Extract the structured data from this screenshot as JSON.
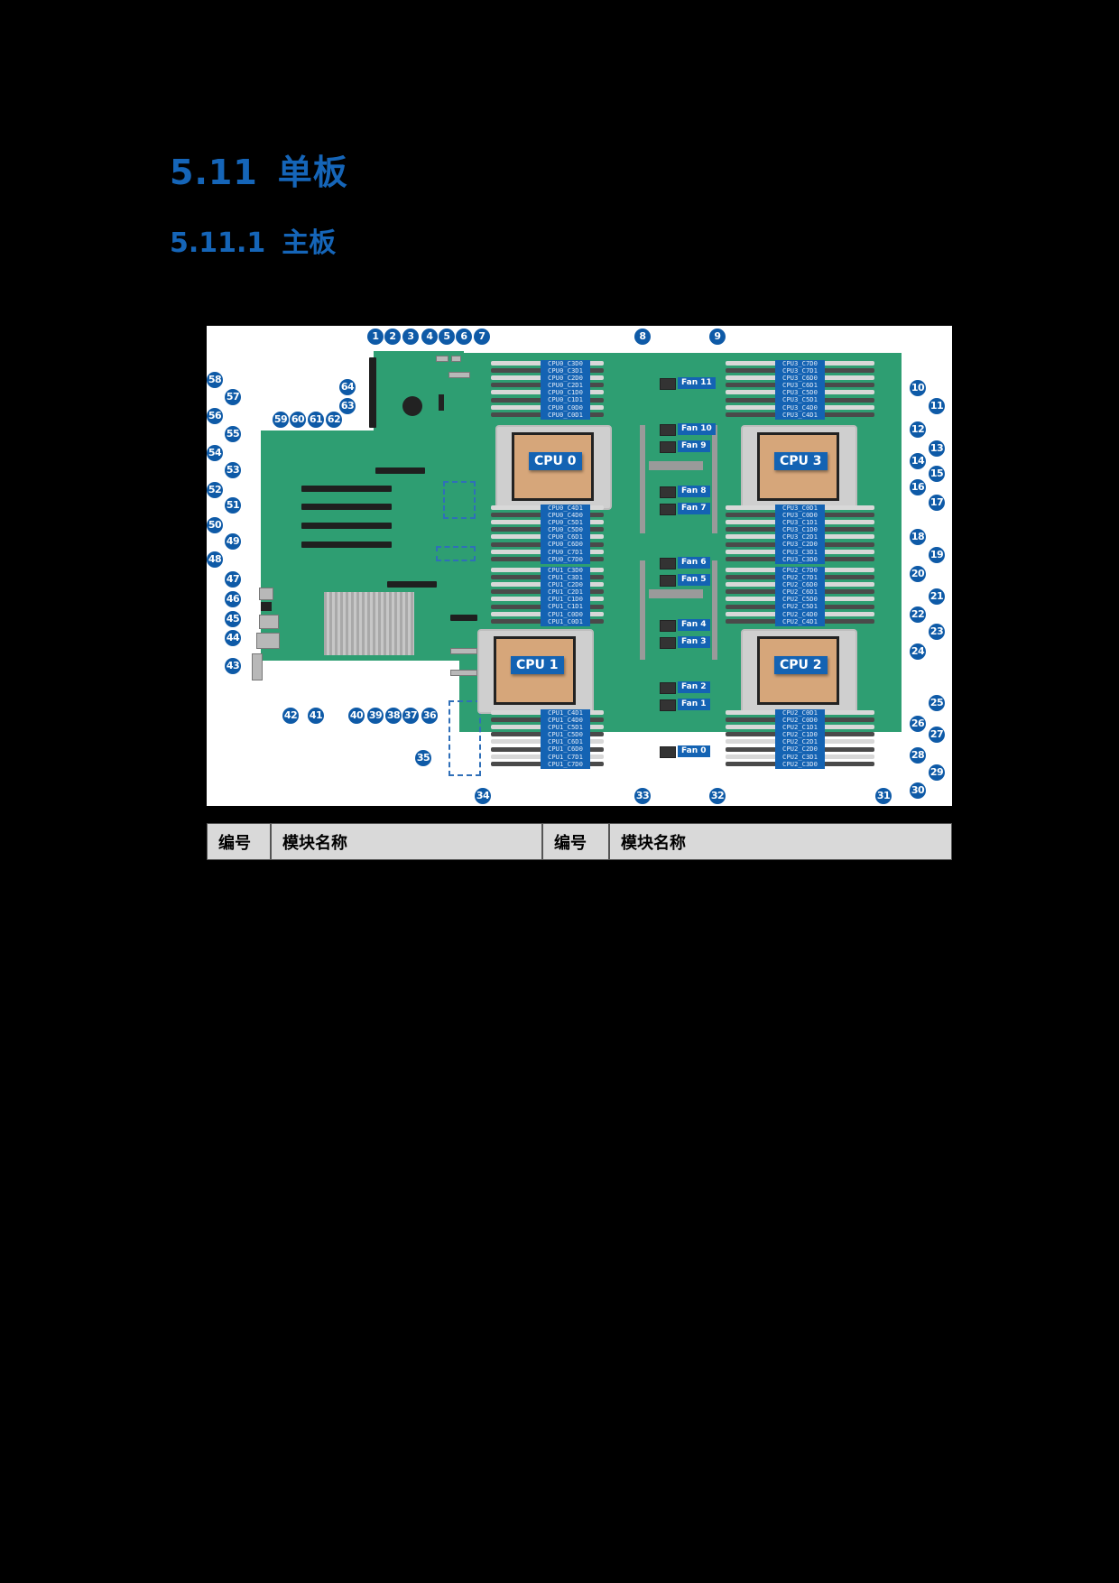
{
  "headings": {
    "h1": {
      "num": "5.11",
      "title": "单板"
    },
    "h2": {
      "num": "5.11.1",
      "title": "主板"
    }
  },
  "figure": {
    "cpus": [
      {
        "label": "CPU 0"
      },
      {
        "label": "CPU 1"
      },
      {
        "label": "CPU 2"
      },
      {
        "label": "CPU 3"
      }
    ],
    "dimm_labels": {
      "cpu0_top": [
        "CPU0_C3D0",
        "CPU0_C3D1",
        "CPU0_C2D0",
        "CPU0_C2D1",
        "CPU0_C1D0",
        "CPU0_C1D1",
        "CPU0_C0D0",
        "CPU0_C0D1"
      ],
      "cpu0_bottom": [
        "CPU0_C4D1",
        "CPU0_C4D0",
        "CPU0_C5D1",
        "CPU0_C5D0",
        "CPU0_C6D1",
        "CPU0_C6D0",
        "CPU0_C7D1",
        "CPU0_C7D0"
      ],
      "cpu1_top": [
        "CPU1_C3D0",
        "CPU1_C3D1",
        "CPU1_C2D0",
        "CPU1_C2D1",
        "CPU1_C1D0",
        "CPU1_C1D1",
        "CPU1_C0D0",
        "CPU1_C0D1"
      ],
      "cpu1_bottom": [
        "CPU1_C4D1",
        "CPU1_C4D0",
        "CPU1_C5D1",
        "CPU1_C5D0",
        "CPU1_C6D1",
        "CPU1_C6D0",
        "CPU1_C7D1",
        "CPU1_C7D0"
      ],
      "cpu3_top": [
        "CPU3_C7D0",
        "CPU3_C7D1",
        "CPU3_C6D0",
        "CPU3_C6D1",
        "CPU3_C5D0",
        "CPU3_C5D1",
        "CPU3_C4D0",
        "CPU3_C4D1"
      ],
      "cpu3_bottom": [
        "CPU3_C0D1",
        "CPU3_C0D0",
        "CPU3_C1D1",
        "CPU3_C1D0",
        "CPU3_C2D1",
        "CPU3_C2D0",
        "CPU3_C3D1",
        "CPU3_C3D0"
      ],
      "cpu2_top": [
        "CPU2_C7D0",
        "CPU2_C7D1",
        "CPU2_C6D0",
        "CPU2_C6D1",
        "CPU2_C5D0",
        "CPU2_C5D1",
        "CPU2_C4D0",
        "CPU2_C4D1"
      ],
      "cpu2_bottom": [
        "CPU2_C0D1",
        "CPU2_C0D0",
        "CPU2_C1D1",
        "CPU2_C1D0",
        "CPU2_C2D1",
        "CPU2_C2D0",
        "CPU2_C3D1",
        "CPU2_C3D0"
      ]
    },
    "fans": [
      "Fan 11",
      "Fan 10",
      "Fan 9",
      "Fan 8",
      "Fan 7",
      "Fan 6",
      "Fan 5",
      "Fan 4",
      "Fan 3",
      "Fan 2",
      "Fan 1",
      "Fan 0"
    ],
    "callouts": [
      "1",
      "2",
      "3",
      "4",
      "5",
      "6",
      "7",
      "8",
      "9",
      "10",
      "11",
      "12",
      "13",
      "14",
      "15",
      "16",
      "17",
      "18",
      "19",
      "20",
      "21",
      "22",
      "23",
      "24",
      "25",
      "26",
      "27",
      "28",
      "29",
      "30",
      "31",
      "32",
      "33",
      "34",
      "35",
      "36",
      "37",
      "38",
      "39",
      "40",
      "41",
      "42",
      "43",
      "44",
      "45",
      "46",
      "47",
      "48",
      "49",
      "50",
      "51",
      "52",
      "53",
      "54",
      "55",
      "56",
      "57",
      "58",
      "59",
      "60",
      "61",
      "62",
      "63",
      "64"
    ]
  },
  "table": {
    "headers": [
      "编号",
      "模块名称",
      "编号",
      "模块名称"
    ]
  },
  "colors": {
    "heading": "#1565b8",
    "pcb": "#2e9e72",
    "label_blue": "#1463b3",
    "callout": "#0e5aa7",
    "table_header_bg": "#d9d9d9"
  }
}
